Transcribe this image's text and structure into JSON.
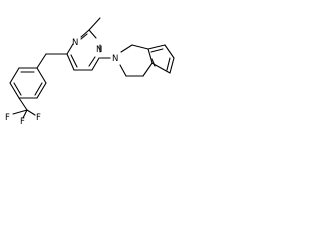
{
  "molecule": {
    "atoms": {
      "n_pyrimidine_top": "N",
      "n_pyrimidine_bottom": "N",
      "n_isoquinoline": "N",
      "f_1": "F",
      "f_2": "F",
      "f_3": "F"
    },
    "colors": {
      "bond": "#000000",
      "label": "#000000",
      "background": "#ffffff"
    }
  }
}
